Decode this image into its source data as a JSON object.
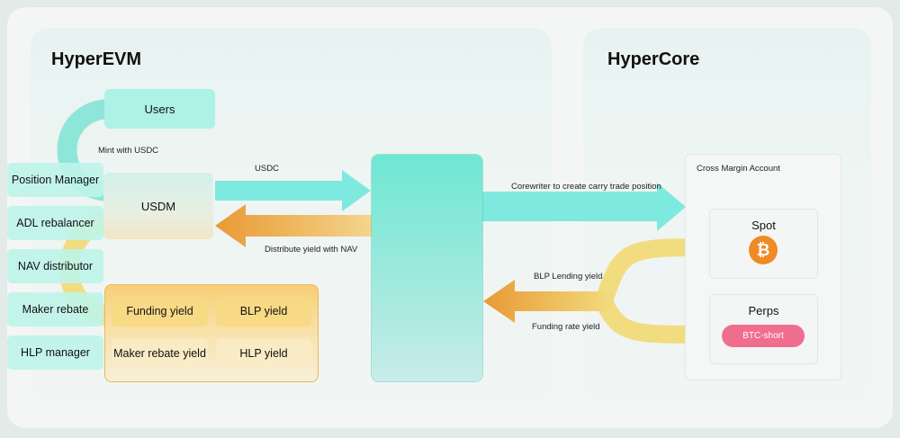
{
  "colors": {
    "teal_flow": "#7ee9de",
    "orange_flow": "#e99a34",
    "yellow_flow": "#f1dc80",
    "bitcoin": "#f08a25",
    "short_badge": "#ef6e8e"
  },
  "hyperevm": {
    "title": "HyperEVM",
    "users": "Users",
    "usdm": "USDM",
    "mint_label": "Mint with USDC",
    "usdc_label": "USDC",
    "distribute_label": "Distribute yield with NAV",
    "yields": [
      "Funding yield",
      "BLP yield",
      "Maker rebate yield",
      "HLP yield"
    ],
    "modules": [
      "Position Manager",
      "ADL rebalancer",
      "NAV distributor",
      "Maker rebate",
      "HLP manager"
    ]
  },
  "hypercore": {
    "title": "HyperCore",
    "corewriter_label": "Corewriter to create carry trade position",
    "account_title": "Cross Margin Account",
    "spot": {
      "title": "Spot",
      "icon": "bitcoin-icon",
      "symbol": "₿"
    },
    "perps": {
      "title": "Perps",
      "badge": "BTC-short"
    },
    "blp_label": "BLP Lending yield",
    "funding_label": "Funding rate yield"
  }
}
